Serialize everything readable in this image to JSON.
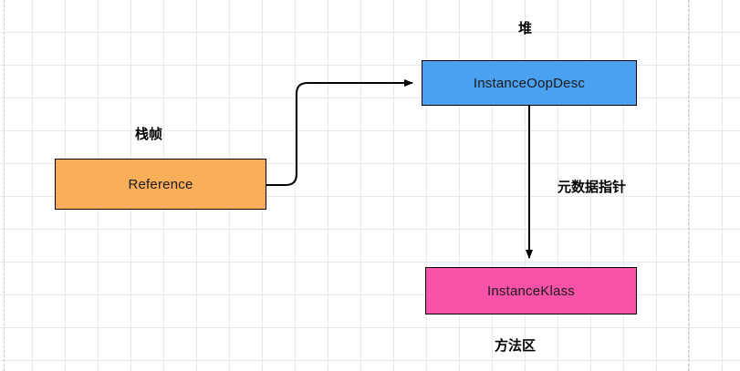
{
  "diagram": {
    "nodes": [
      {
        "id": "reference",
        "label": "Reference",
        "color": "#f8ae58"
      },
      {
        "id": "instanceoopdesc",
        "label": "InstanceOopDesc",
        "color": "#49a1f0"
      },
      {
        "id": "instanceklass",
        "label": "InstanceKlass",
        "color": "#f853a8"
      }
    ],
    "labels": {
      "stack_frame": "栈帧",
      "heap": "堆",
      "method_area": "方法区",
      "metadata_pointer": "元数据指针"
    },
    "edges": [
      {
        "id": "reference-to-instanceoopdesc",
        "from": "reference",
        "to": "instanceoopdesc",
        "label": ""
      },
      {
        "id": "instanceoopdesc-to-instanceklass",
        "from": "instanceoopdesc",
        "to": "instanceklass",
        "label": "元数据指针"
      }
    ],
    "colors": {
      "stroke": "#000000",
      "grid": "#e8e8ec",
      "background": "#ffffff"
    }
  }
}
